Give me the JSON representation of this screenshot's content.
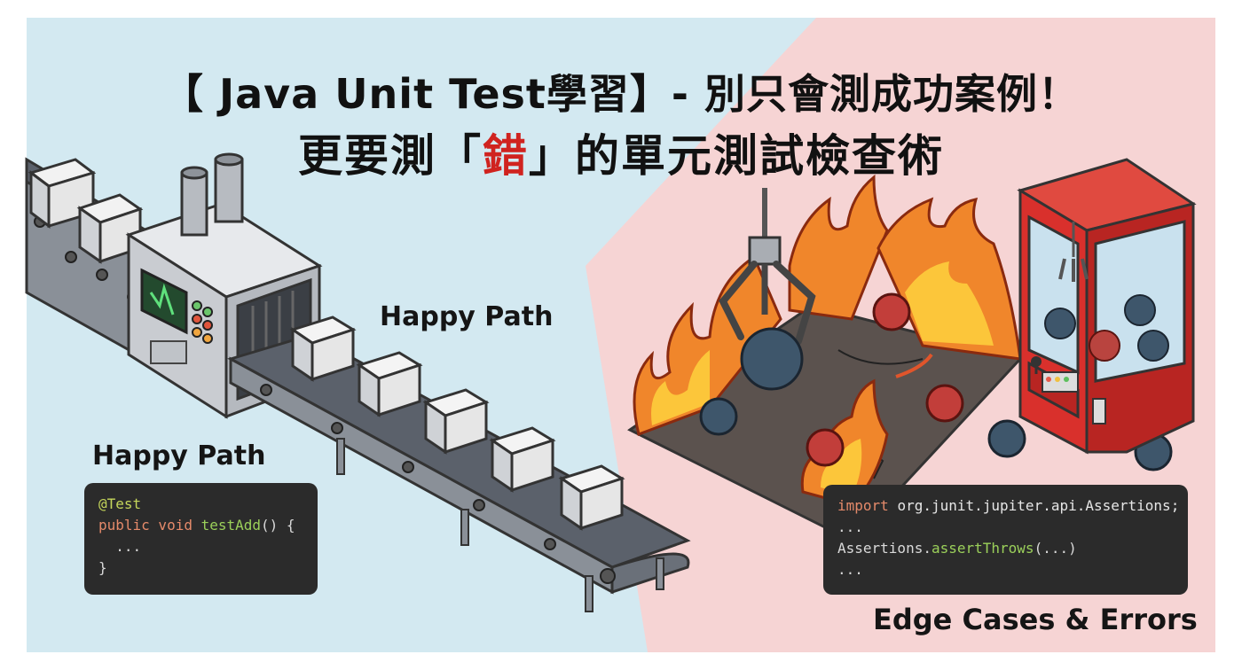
{
  "title": {
    "line1": "【 Java Unit Test學習】- 別只會測成功案例！",
    "line2_before": "更要測「",
    "line2_highlight": "錯",
    "line2_after": "」的單元測試檢查術"
  },
  "labels": {
    "happy_path_center": "Happy Path",
    "happy_path_left": "Happy Path",
    "edge_cases": "Edge Cases & Errors"
  },
  "code_left": {
    "annotation": "@Test",
    "signature_kw": "public void ",
    "signature_fn": "testAdd",
    "signature_rest": "() {",
    "body": "  ...",
    "close": "}"
  },
  "code_right": {
    "import_kw": "import ",
    "import_pkg": "org.junit.jupiter.api.Assertions;",
    "dots1": "...",
    "call_obj": "Assertions.",
    "call_fn": "assertThrows",
    "call_args": "(...)",
    "dots2": "..."
  },
  "colors": {
    "left_bg": "#d3e9f1",
    "right_bg": "#f6d4d4",
    "highlight": "#d0231f",
    "code_bg": "#2b2b2b",
    "claw_machine": "#d9302c"
  }
}
